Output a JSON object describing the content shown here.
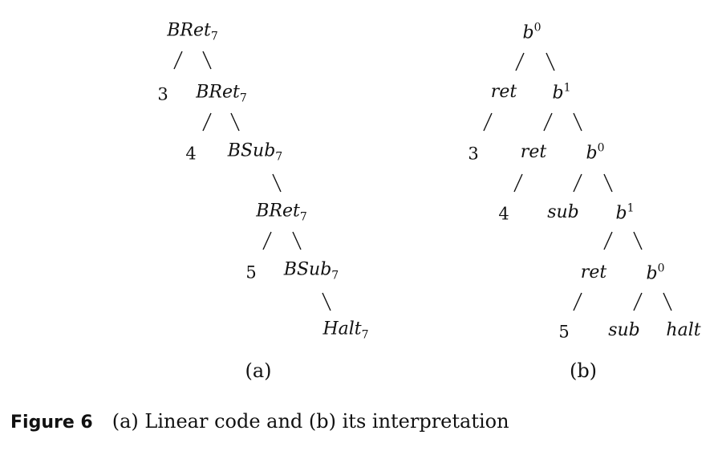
{
  "tree_a": [
    {
      "label": "BRet",
      "sub": "7"
    },
    {
      "label": "3"
    },
    {
      "label": "BRet",
      "sub": "7"
    },
    {
      "label": "4"
    },
    {
      "label": "BSub",
      "sub": "7"
    },
    {
      "label": "BRet",
      "sub": "7"
    },
    {
      "label": "5"
    },
    {
      "label": "BSub",
      "sub": "7"
    },
    {
      "label": "Halt",
      "sub": "7"
    }
  ],
  "tree_b": [
    {
      "label": "b",
      "sup": "0"
    },
    {
      "label": "ret"
    },
    {
      "label": "b",
      "sup": "1"
    },
    {
      "label": "3"
    },
    {
      "label": "ret"
    },
    {
      "label": "b",
      "sup": "0"
    },
    {
      "label": "4"
    },
    {
      "label": "sub"
    },
    {
      "label": "b",
      "sup": "1"
    },
    {
      "label": "ret"
    },
    {
      "label": "b",
      "sup": "0"
    },
    {
      "label": "5"
    },
    {
      "label": "sub"
    },
    {
      "label": "halt"
    }
  ],
  "subfig_labels": {
    "a": "(a)",
    "b": "(b)"
  },
  "caption": {
    "number": "Figure 6",
    "text": "(a) Linear code and (b) its interpretation"
  }
}
